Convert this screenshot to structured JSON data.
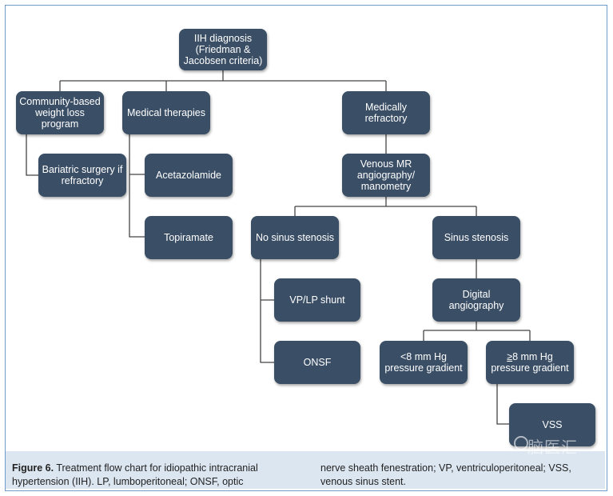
{
  "nodes": {
    "iih": "IIH diagnosis\n(Friedman &\nJacobsen criteria)",
    "community": "Community-based\nweight loss\nprogram",
    "medical_therapies": "Medical therapies",
    "medically_refractory": "Medically\nrefractory",
    "bariatric": "Bariatric surgery if\nrefractory",
    "acetazolamide": "Acetazolamide",
    "topiramate": "Topiramate",
    "venous_mr": "Venous MR\nangiography/\nmanometry",
    "no_sinus": "No sinus stenosis",
    "sinus": "Sinus stenosis",
    "vp_lp": "VP/LP shunt",
    "onsf": "ONSF",
    "digital": "Digital\nangiography",
    "lt8": "<8 mm Hg\npressure gradient",
    "ge8_symbol": "≥",
    "ge8_rest": "8 mm Hg\npressure gradient",
    "vss": "VSS"
  },
  "caption": {
    "label": "Figure 6.",
    "left_text": " Treatment flow chart for idiopathic intracranial hypertension (IIH). LP, lumboperitoneal; ONSF, optic",
    "right_text": "nerve sheath fenestration; VP, ventriculoperitoneal; VSS, venous sinus stent."
  },
  "watermark": "脑医汇",
  "colors": {
    "node": "#3a4e66",
    "connector": "#444444",
    "frame": "#6f9ccc",
    "caption_band": "#dce6f1"
  }
}
